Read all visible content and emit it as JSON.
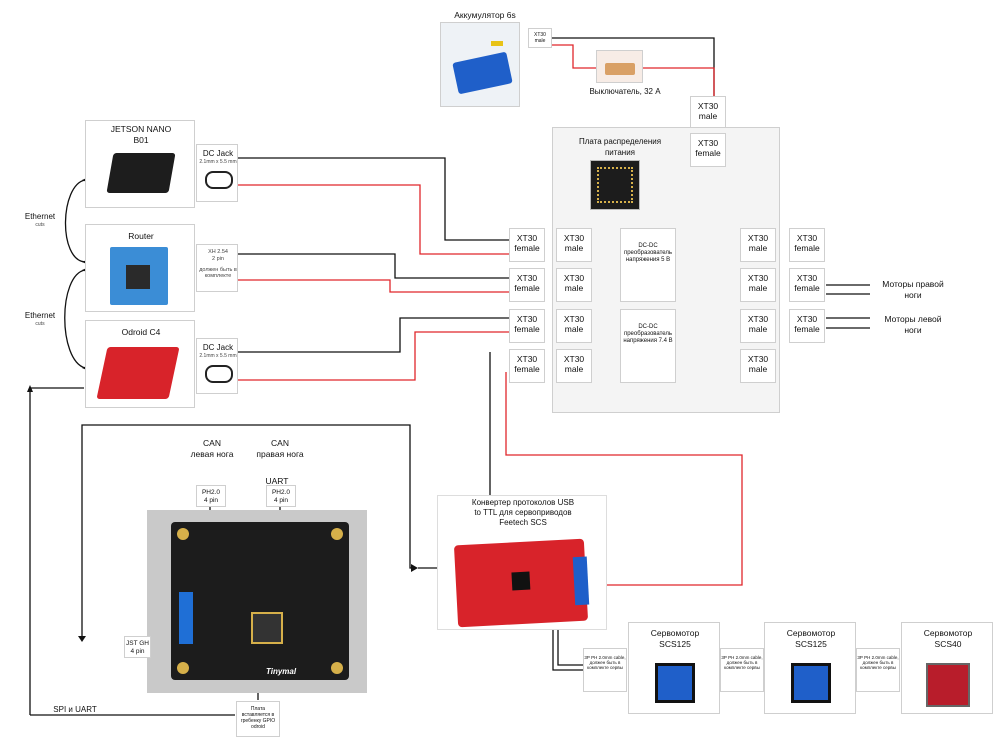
{
  "battery": {
    "title": "Аккумулятор 6s"
  },
  "xt30_battery_male": {
    "line1": "XT30",
    "line2": "male"
  },
  "switch": {
    "title": "Выключатель, 32 А"
  },
  "xt30_top_male": {
    "line1": "XT30",
    "line2": "male"
  },
  "power_board": {
    "title_line1": "Плата распределения",
    "title_line2": "питания",
    "xt30_female": "XT30\nfemale"
  },
  "jetson": {
    "title_line1": "JETSON NANO",
    "title_line2": "B01"
  },
  "router": {
    "title": "Router"
  },
  "odroid": {
    "title": "Odroid C4"
  },
  "dc_jack_top": {
    "title": "DC Jack",
    "note": "2.1mm x 5.5 mm"
  },
  "xh_connector": {
    "title": "XH 2.54",
    "line2": "2 pin",
    "note": "должен быть в комплекте"
  },
  "dc_jack_bottom": {
    "title": "DC Jack",
    "note": "2.1mm x 5.5 mm"
  },
  "ethernet_top": {
    "title": "Ethernet",
    "sub": "cuts"
  },
  "ethernet_bottom": {
    "title": "Ethernet",
    "sub": "cuts"
  },
  "xt30": {
    "female": "female",
    "male": "male",
    "name": "XT30"
  },
  "dcdc_5v": {
    "text": "DC-DC преобразователь напряжения 5 В"
  },
  "dcdc_74v": {
    "text": "DC-DC преобразователь напряжения 7.4 В"
  },
  "motors_right": {
    "line1": "Моторы правой",
    "line2": "ноги"
  },
  "motors_left": {
    "line1": "Моторы левой",
    "line2": "ноги"
  },
  "can_left": {
    "line1": "CAN",
    "line2": "левая нога"
  },
  "can_right": {
    "line1": "CAN",
    "line2": "правая нога"
  },
  "uart_label": {
    "text": "UART"
  },
  "ph_left": {
    "line1": "PH2.0",
    "line2": "4 pin"
  },
  "ph_right": {
    "line1": "PH2.0",
    "line2": "4 pin"
  },
  "jst": {
    "line1": "JST GH",
    "line2": "4 pin"
  },
  "spi_uart": {
    "text": "SPI и UART"
  },
  "gpio_note": {
    "text": "Плата вставляется в гребенку GPIO odroid"
  },
  "tinymal": {
    "brand": "Tinymal"
  },
  "usb_converter": {
    "line1": "Конвертер протоколов USB",
    "line2": "to TTL для сервоприводов",
    "line3": "Feetech SCS"
  },
  "servo1": {
    "line1": "Сервомотор",
    "line2": "SCS125"
  },
  "servo2": {
    "line1": "Сервомотор",
    "line2": "SCS125"
  },
  "servo3": {
    "line1": "Сервомотор",
    "line2": "SCS40"
  },
  "servo_cable_note": {
    "text": "3P PH 2.0mm cable, должен быть в комплекте сервы"
  },
  "colors": {
    "wire_black": "#111111",
    "wire_red": "#e0262b",
    "board_bg": "#1c1c1c",
    "pcb_red": "#d8232a",
    "battery_blue": "#1f5fc9"
  }
}
